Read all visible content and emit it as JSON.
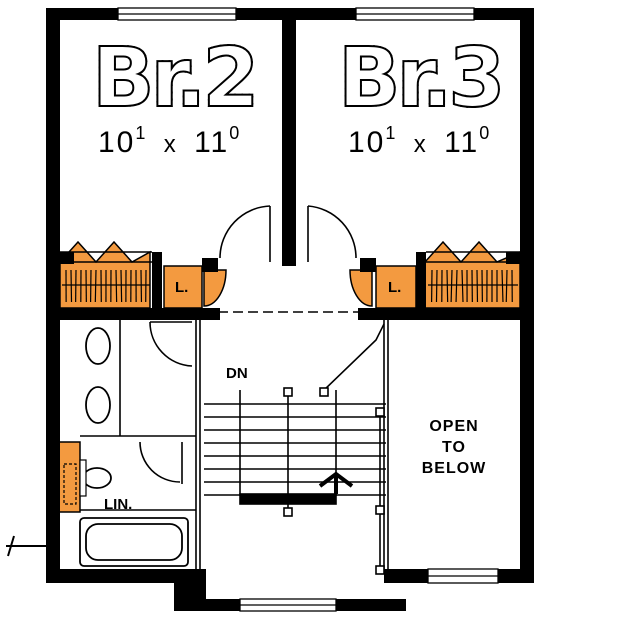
{
  "rooms": {
    "bedroom2": {
      "name": "Br.2",
      "dim_main1": "10",
      "dim_sup1": "1",
      "dim_x": "x",
      "dim_main2": "11",
      "dim_sup2": "0"
    },
    "bedroom3": {
      "name": "Br.3",
      "dim_main1": "10",
      "dim_sup1": "1",
      "dim_x": "x",
      "dim_main2": "11",
      "dim_sup2": "0"
    }
  },
  "labels": {
    "linen_left": "L.",
    "linen_right": "L.",
    "stair_down": "DN",
    "linen_closet": "LIN.",
    "open_line1": "OPEN",
    "open_line2": "TO",
    "open_line3": "BELOW"
  },
  "colors": {
    "wall": "#000000",
    "closet_fill": "#f39a40",
    "background": "#ffffff"
  }
}
